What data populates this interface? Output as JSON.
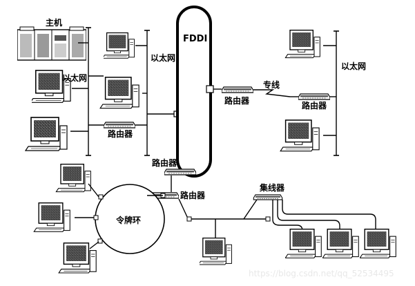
{
  "labels": {
    "mainframe": "主机",
    "ethernet_top": "以太网",
    "ethernet_left": "以太网",
    "ethernet_right": "以太网",
    "fddi": "FDDI",
    "router_left": "路由器",
    "router_ring_top": "路由器",
    "router_ring_bottom": "路由器",
    "router_right_1": "路由器",
    "router_right_2": "路由器",
    "leased_line": "专线",
    "hub": "集线器",
    "token_ring": "令牌环"
  },
  "watermark": "https://blog.csdn.net/qq_52534495",
  "icons": {
    "workstation": "workstation-icon",
    "mainframe": "mainframe-icon",
    "router": "router-icon",
    "hub": "hub-icon",
    "terminator": "terminator-icon"
  }
}
